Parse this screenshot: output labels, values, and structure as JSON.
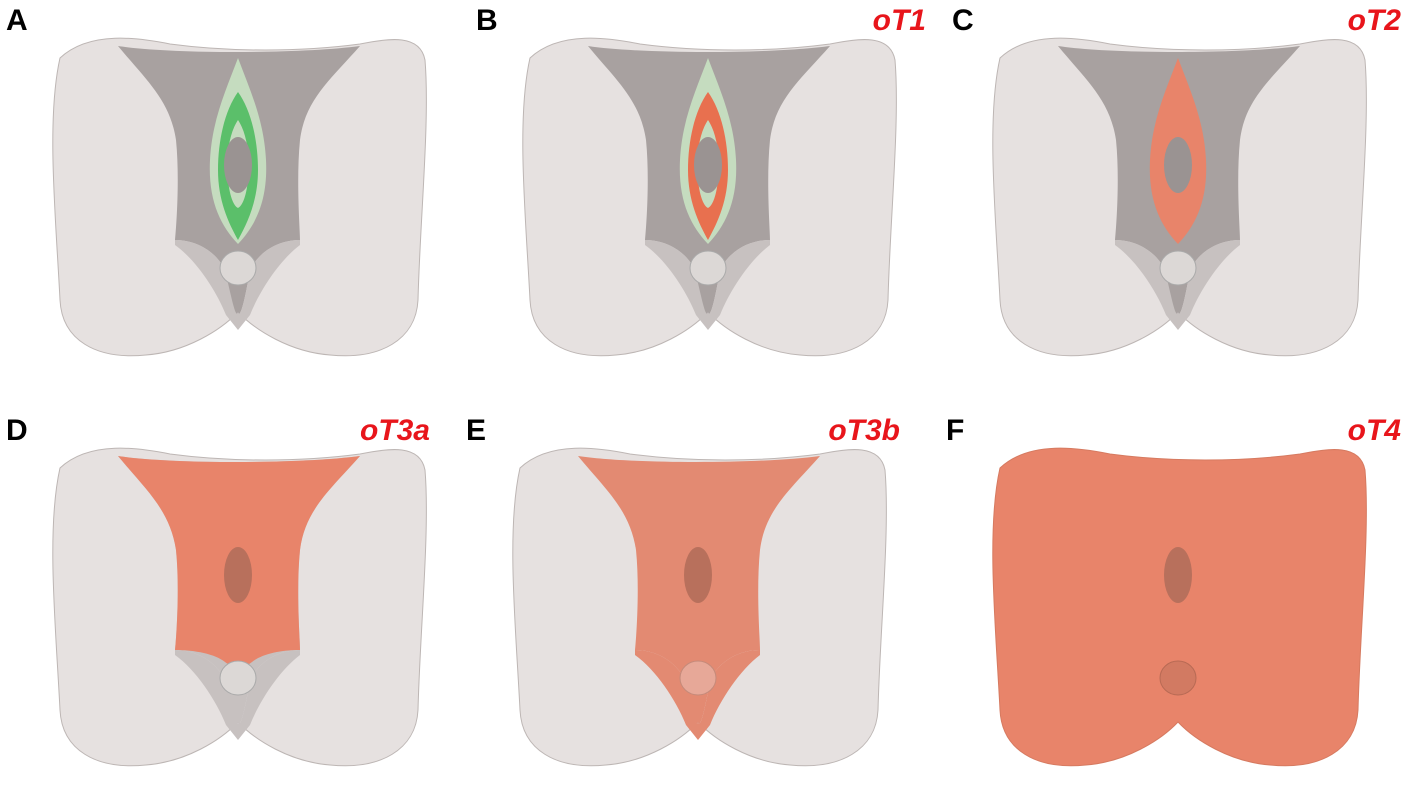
{
  "figure": {
    "colors": {
      "skin": "#e6e1e0",
      "skin_shade": "#cfc8c6",
      "perineum_gray": "#a8a1a0",
      "lower_gray": "#c7c1c0",
      "uninvolved_green_light": "#c5dcbf",
      "uninvolved_green": "#5bbf6a",
      "tumor_orange": "#e8846a",
      "label_red": "#e8151b",
      "label_black": "#000000"
    },
    "panels": [
      {
        "letter": "A",
        "stage": "",
        "highlight": "green-mucosa"
      },
      {
        "letter": "B",
        "stage": "oT1",
        "highlight": "inner-mucosa-orange"
      },
      {
        "letter": "C",
        "stage": "oT2",
        "highlight": "vulva-orange"
      },
      {
        "letter": "D",
        "stage": "oT3a",
        "highlight": "perineum-upper-orange"
      },
      {
        "letter": "E",
        "stage": "oT3b",
        "highlight": "perineum-full-orange"
      },
      {
        "letter": "F",
        "stage": "oT4",
        "highlight": "whole-region-orange"
      }
    ]
  }
}
